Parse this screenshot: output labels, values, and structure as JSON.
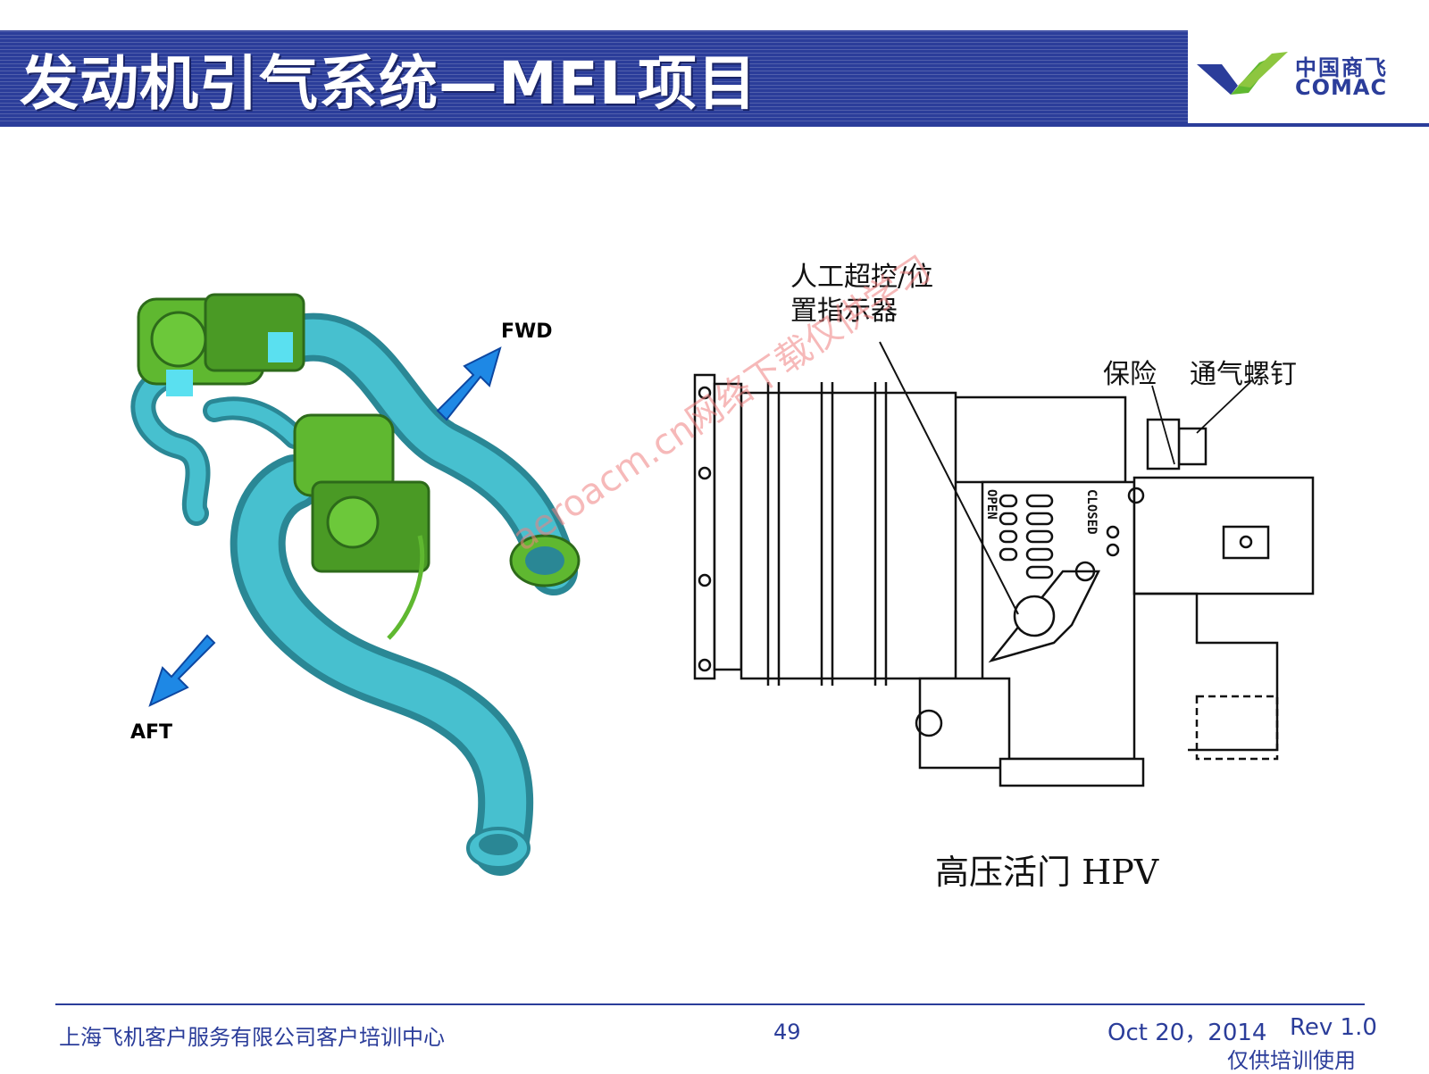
{
  "header": {
    "title": "发动机引气系统—MEL项目",
    "logo_cn": "中国商飞",
    "logo_en": "COMAC"
  },
  "left_figure": {
    "fwd_label": "FWD",
    "aft_label": "AFT"
  },
  "right_figure": {
    "callout_main": [
      "人工超控/位",
      "置指示器"
    ],
    "callout_fuse": "保险",
    "callout_vent": "通气螺钉",
    "open_label": "OPEN",
    "closed_label": "CLOSED",
    "caption": "高压活门 HPV"
  },
  "watermark": "aeroacm.cn网络下载仅供学习",
  "footer": {
    "company": "上海飞机客户服务有限公司客户培训中心",
    "page": "49",
    "date": "Oct 20，2014",
    "rev": "Rev 1.0",
    "note": "仅供培训使用"
  },
  "colors": {
    "brand_blue": "#2b3d9a",
    "duct_teal": "#3ab3c4",
    "valve_green": "#5fb830",
    "arrow_blue": "#1e88e5",
    "watermark_red": "#f08080"
  }
}
